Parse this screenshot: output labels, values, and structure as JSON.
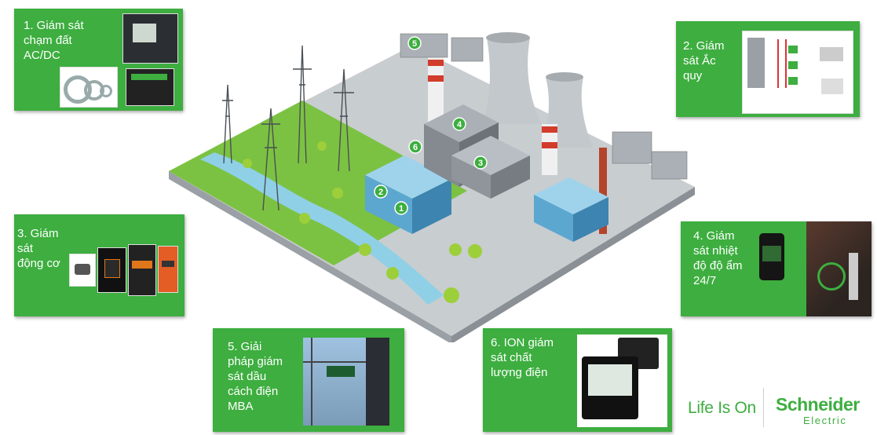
{
  "cards": [
    {
      "id": "c1",
      "label": "1. Giám sát\nchạm đất\nAC/DC"
    },
    {
      "id": "c2",
      "label": "2. Giám\nsát Ắc\nquy"
    },
    {
      "id": "c3",
      "label": "3. Giám\nsát\nđộng cơ"
    },
    {
      "id": "c4",
      "label": "4. Giám\nsát nhiệt\nđộ độ ẩm\n24/7"
    },
    {
      "id": "c5",
      "label": "5. Giải\npháp giám\nsát dầu\ncách điện\nMBA"
    },
    {
      "id": "c6",
      "label": "6. ION giám\nsát chất\nlượng điện"
    }
  ],
  "markers": [
    "1",
    "2",
    "3",
    "4",
    "5",
    "6"
  ],
  "brand": {
    "tagline": "Life Is On",
    "name": "Schneider",
    "sub": "Electric"
  },
  "colors": {
    "accent": "#3dae3f",
    "ground": "#7cc242",
    "water": "#8fd0e6"
  }
}
